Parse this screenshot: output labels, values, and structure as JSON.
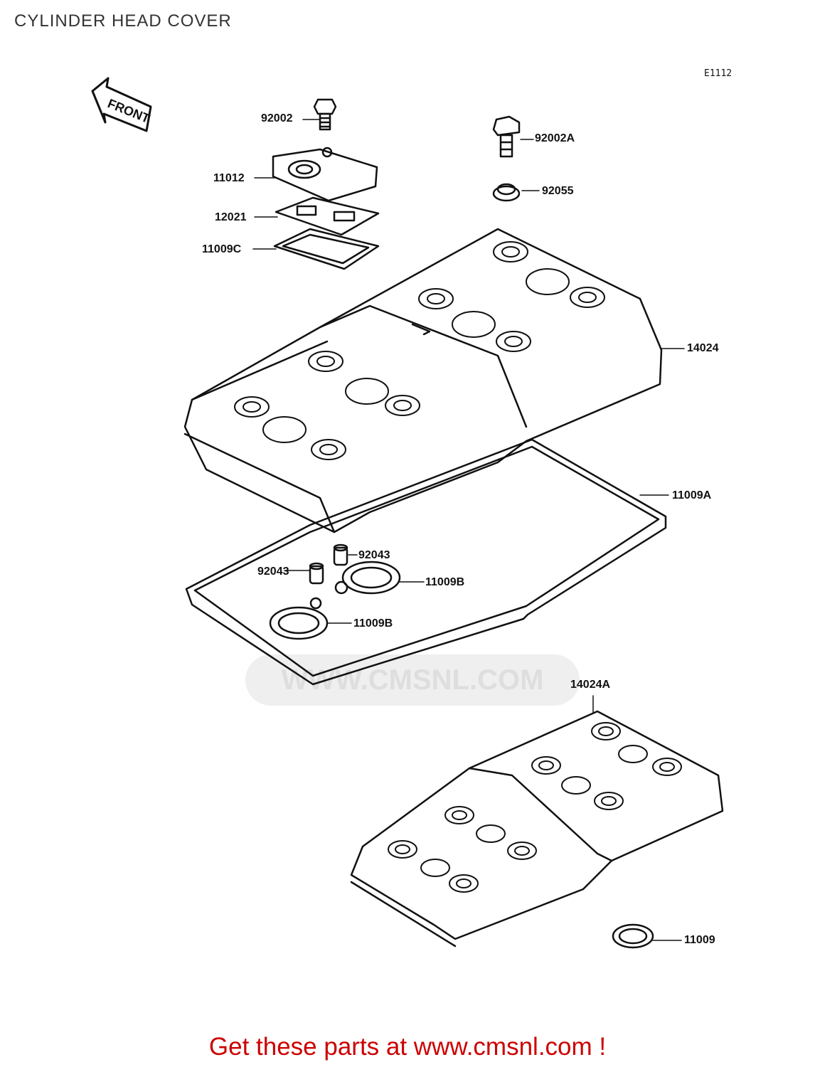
{
  "title": "CYLINDER HEAD COVER",
  "diagram_code": "E1112",
  "front_arrow_label": "FRONT",
  "watermark_text": "WWW.CMSNL.COM",
  "parts": {
    "p92002": "92002",
    "p92002A": "92002A",
    "p11012": "11012",
    "p92055": "92055",
    "p12021": "12021",
    "p11009C": "11009C",
    "p14024": "14024",
    "p11009A": "11009A",
    "p92043a": "92043",
    "p92043b": "92043",
    "p11009B_a": "11009B",
    "p11009B_b": "11009B",
    "p14024A": "14024A",
    "p11009": "11009"
  },
  "footer_text": "Get these parts at www.cmsnl.com !",
  "colors": {
    "footer": "#cc0000",
    "line": "#111111",
    "watermark": "#e6e6e6"
  }
}
